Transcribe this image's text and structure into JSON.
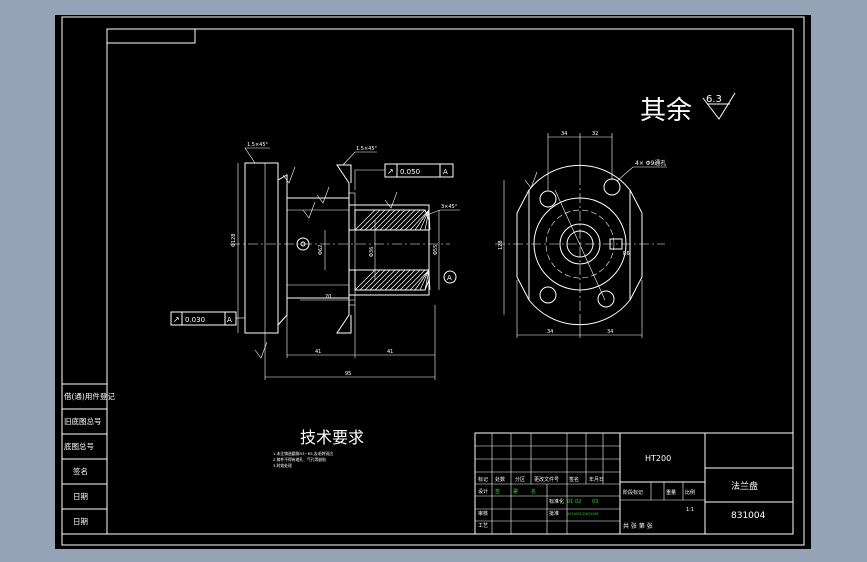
{
  "roughness": {
    "label": "其余",
    "value": "6.3"
  },
  "tech_requirements": {
    "title": "技术要求",
    "lines": [
      "1.未注铸造圆角R3~R5,去毛刺锐边",
      "2.铸件不得有缩孔、气孔等缺陷",
      "3.时效处理"
    ]
  },
  "side_strip": [
    "借(通)用件登记",
    "旧底图总号",
    "底图总号",
    "签名",
    "日期",
    "日期"
  ],
  "callouts": {
    "fcf_right": {
      "symbol": "↗",
      "tol": "0.050",
      "datum": "A"
    },
    "fcf_left": {
      "symbol": "↗",
      "tol": "0.030",
      "datum": "A"
    },
    "datum_label": "A",
    "holes_note": "4× Φ9通孔",
    "chamfer1": "1.5×45°",
    "chamfer2": "1.5×45°",
    "chamfer3": "3×45°"
  },
  "dims": {
    "d1": "Φ128",
    "d2": "Φ62",
    "d3": "Φ36",
    "d4": "Φ55",
    "len1": "41",
    "len2": "41",
    "total": "95",
    "step": "20",
    "w1": "34",
    "w2": "32",
    "h1": "128",
    "a1": "34",
    "a2": "34",
    "p1": "R6"
  },
  "title_block": {
    "material": "HT200",
    "part_name": "法兰盘",
    "drawing_no": "831004",
    "rev_headers": [
      "标记",
      "处数",
      "分区",
      "更改文件号",
      "签名",
      "年月日"
    ],
    "rows": [
      "设计",
      "审核",
      "工艺"
    ],
    "row_right": [
      "标准化",
      "批准"
    ],
    "design_vals": [
      "签",
      "署",
      "名"
    ],
    "std_vals": [
      "01 02",
      "03"
    ],
    "approve_vals": "2014/02/24/02/08",
    "stage_headers": [
      "阶段标记",
      "重量",
      "比例"
    ],
    "scale": "1:1",
    "sheets": "共  张  第  张"
  }
}
